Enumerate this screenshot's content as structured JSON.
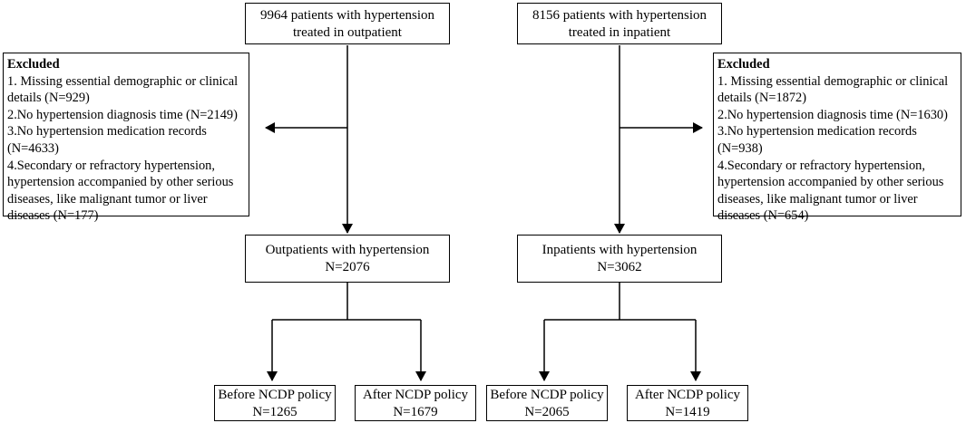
{
  "top_boxes": {
    "outpatient": {
      "line1": "9964 patients with hypertension",
      "line2": "treated in outpatient"
    },
    "inpatient": {
      "line1": "8156 patients with hypertension",
      "line2": "treated in inpatient"
    }
  },
  "excluded_left": {
    "title": "Excluded",
    "items": [
      "1. Missing essential demographic or clinical details (N=929)",
      "2.No hypertension diagnosis time (N=2149)",
      "3.No hypertension medication records (N=4633)",
      "4.Secondary or refractory hypertension, hypertension accompanied by other serious diseases, like malignant tumor or liver diseases (N=177)"
    ]
  },
  "excluded_right": {
    "title": "Excluded",
    "items": [
      "1. Missing essential demographic or clinical details (N=1872)",
      "2.No hypertension diagnosis time (N=1630)",
      "3.No hypertension medication records (N=938)",
      "4.Secondary or refractory hypertension, hypertension accompanied by other serious diseases, like malignant tumor or liver diseases (N=654)"
    ]
  },
  "middle_boxes": {
    "outpatient": {
      "line1": "Outpatients with hypertension",
      "line2": "N=2076"
    },
    "inpatient": {
      "line1": "Inpatients with hypertension",
      "line2": "N=3062"
    }
  },
  "bottom_boxes": {
    "out_before": {
      "line1": "Before NCDP policy",
      "line2": "N=1265"
    },
    "out_after": {
      "line1": "After NCDP policy",
      "line2": "N=1679"
    },
    "in_before": {
      "line1": "Before NCDP policy",
      "line2": "N=2065"
    },
    "in_after": {
      "line1": "After NCDP policy",
      "line2": "N=1419"
    }
  },
  "colors": {
    "stroke": "#000000",
    "background": "#ffffff"
  }
}
